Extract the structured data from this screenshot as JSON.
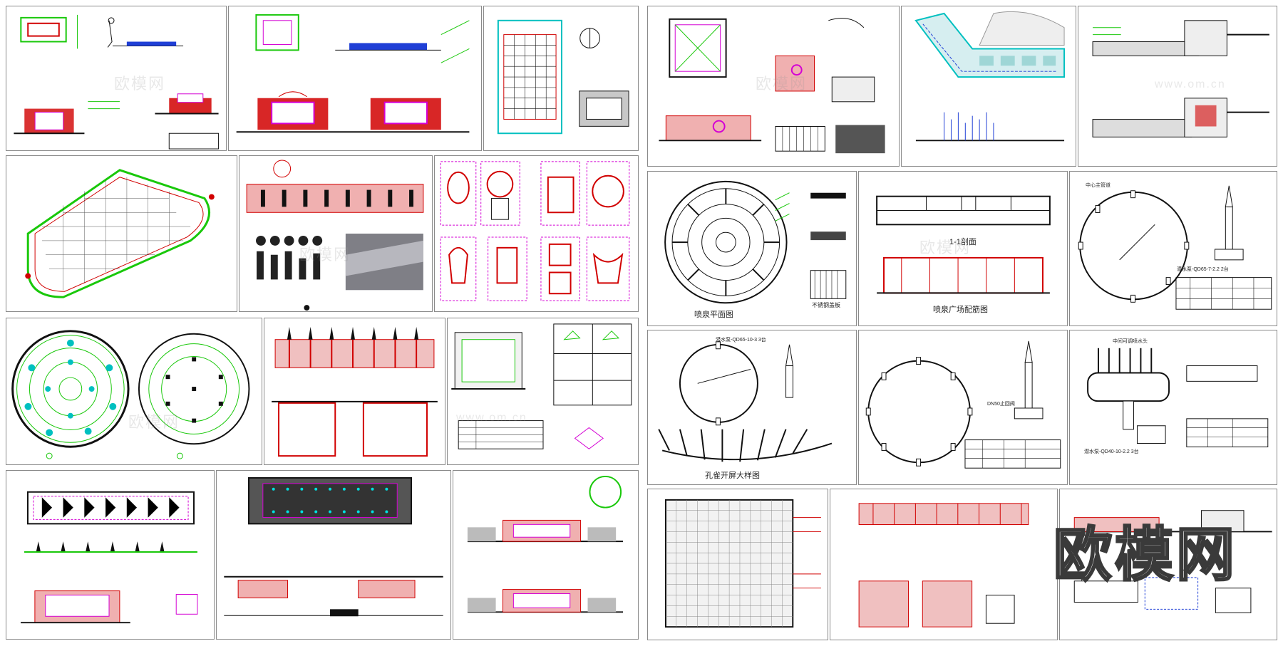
{
  "colors": {
    "green": "#19c80a",
    "red": "#d10000",
    "magenta": "#d400d4",
    "blue": "#1f3fd6",
    "cyan": "#00c0c0",
    "dark": "#111111",
    "grey": "#8a8a8a",
    "salmon": "#e8a0a0"
  },
  "labels": {
    "fountain_plan": "喷泉平面图",
    "fountain_plaza": "喷泉广场配筋图",
    "section_1_1": "1-1剖面",
    "hole_nozzle": "孔雀开屏大样图",
    "pump_1": "潜水泵-QD65-7-2.2  2台",
    "pump_2": "潜水泵-QD65-10-3  3台",
    "pump_3": "潜水泵-QD40-10-2.2  3台",
    "nozzle_pipe": "中心主管道",
    "adjust_nozzle": "中间可调喷水头",
    "steel_grate": "不锈钢盖板",
    "dn_valve": "DN50止回阀"
  },
  "watermarks": {
    "text": "欧模网",
    "url": "www.om.cn"
  },
  "brand": "欧模网"
}
